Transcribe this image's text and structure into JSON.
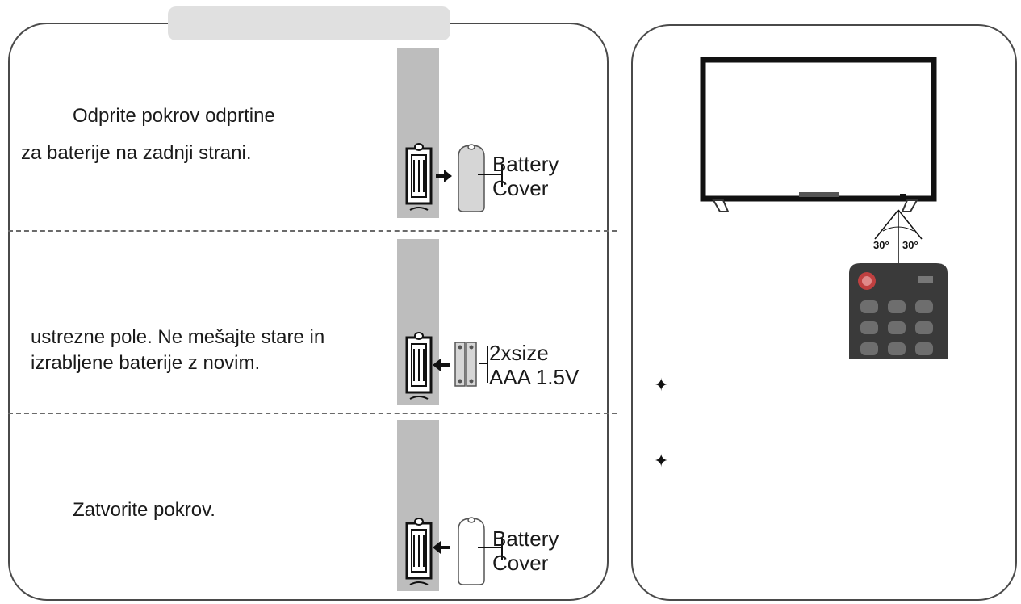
{
  "left": {
    "steps": [
      {
        "line1": "Odprite pokrov odprtine",
        "line2": "za baterije na zadnji strani.",
        "diagram_line1": "Battery",
        "diagram_line2": "Cover"
      },
      {
        "line1": "ustrezne pole. Ne mešajte stare in",
        "line2": "izrabljene baterije z novim.",
        "diagram_line1": "2xsize",
        "diagram_line2": "AAA 1.5V"
      },
      {
        "line1": "Zatvorite pokrov.",
        "diagram_line1": "Battery",
        "diagram_line2": "Cover"
      }
    ]
  },
  "right": {
    "angle_left": "30°",
    "angle_right": "30°",
    "bullets": [
      "✦",
      "✦"
    ]
  }
}
